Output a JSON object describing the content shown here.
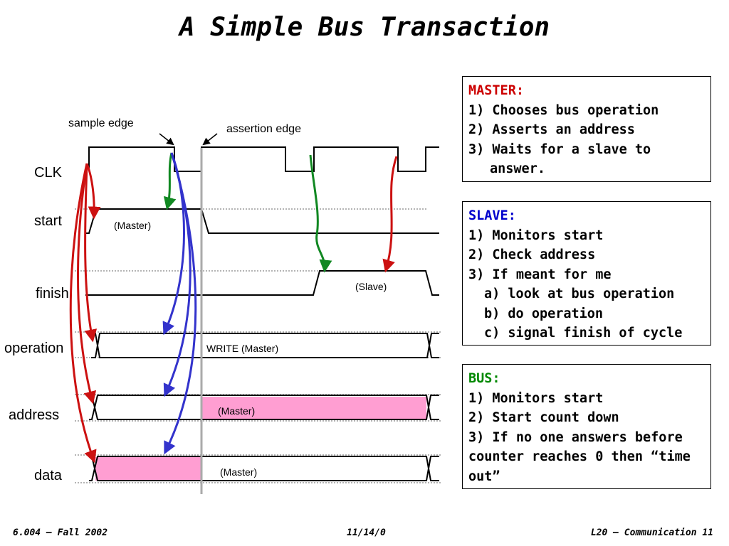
{
  "title": "A Simple Bus Transaction",
  "diagram": {
    "signals": [
      "CLK",
      "start",
      "finish",
      "operation",
      "address",
      "data"
    ],
    "annotations": {
      "sample_edge": "sample edge",
      "assertion_edge": "assertion edge",
      "start_driver": "(Master)",
      "finish_driver": "(Slave)",
      "operation_value": "WRITE (Master)",
      "address_driver": "(Master)",
      "data_driver": "(Master)"
    },
    "colors": {
      "master_arrow": "#cc1111",
      "sample_arrow": "#118822",
      "bus_arrow": "#3333cc",
      "highlight": "#ff9ed2"
    }
  },
  "master_box": {
    "header": "MASTER:",
    "header_color": "#cc0000",
    "lines": [
      "1) Chooses bus operation",
      "2) Asserts an address",
      "3) Waits for a slave to",
      "answer."
    ]
  },
  "slave_box": {
    "header": "SLAVE:",
    "header_color": "#0000cc",
    "lines": [
      "1) Monitors start",
      "2) Check address",
      "3) If meant for me",
      "a) look at bus operation",
      "b) do operation",
      "c) signal finish of cycle"
    ]
  },
  "bus_box": {
    "header": "BUS:",
    "header_color": "#008800",
    "lines": [
      "1) Monitors start",
      "2) Start count down",
      "3) If no one answers before counter reaches 0 then “time out”"
    ]
  },
  "footer": {
    "left": "6.004 – Fall 2002",
    "center": "11/14/0",
    "right": "L20 – Communication 11"
  }
}
